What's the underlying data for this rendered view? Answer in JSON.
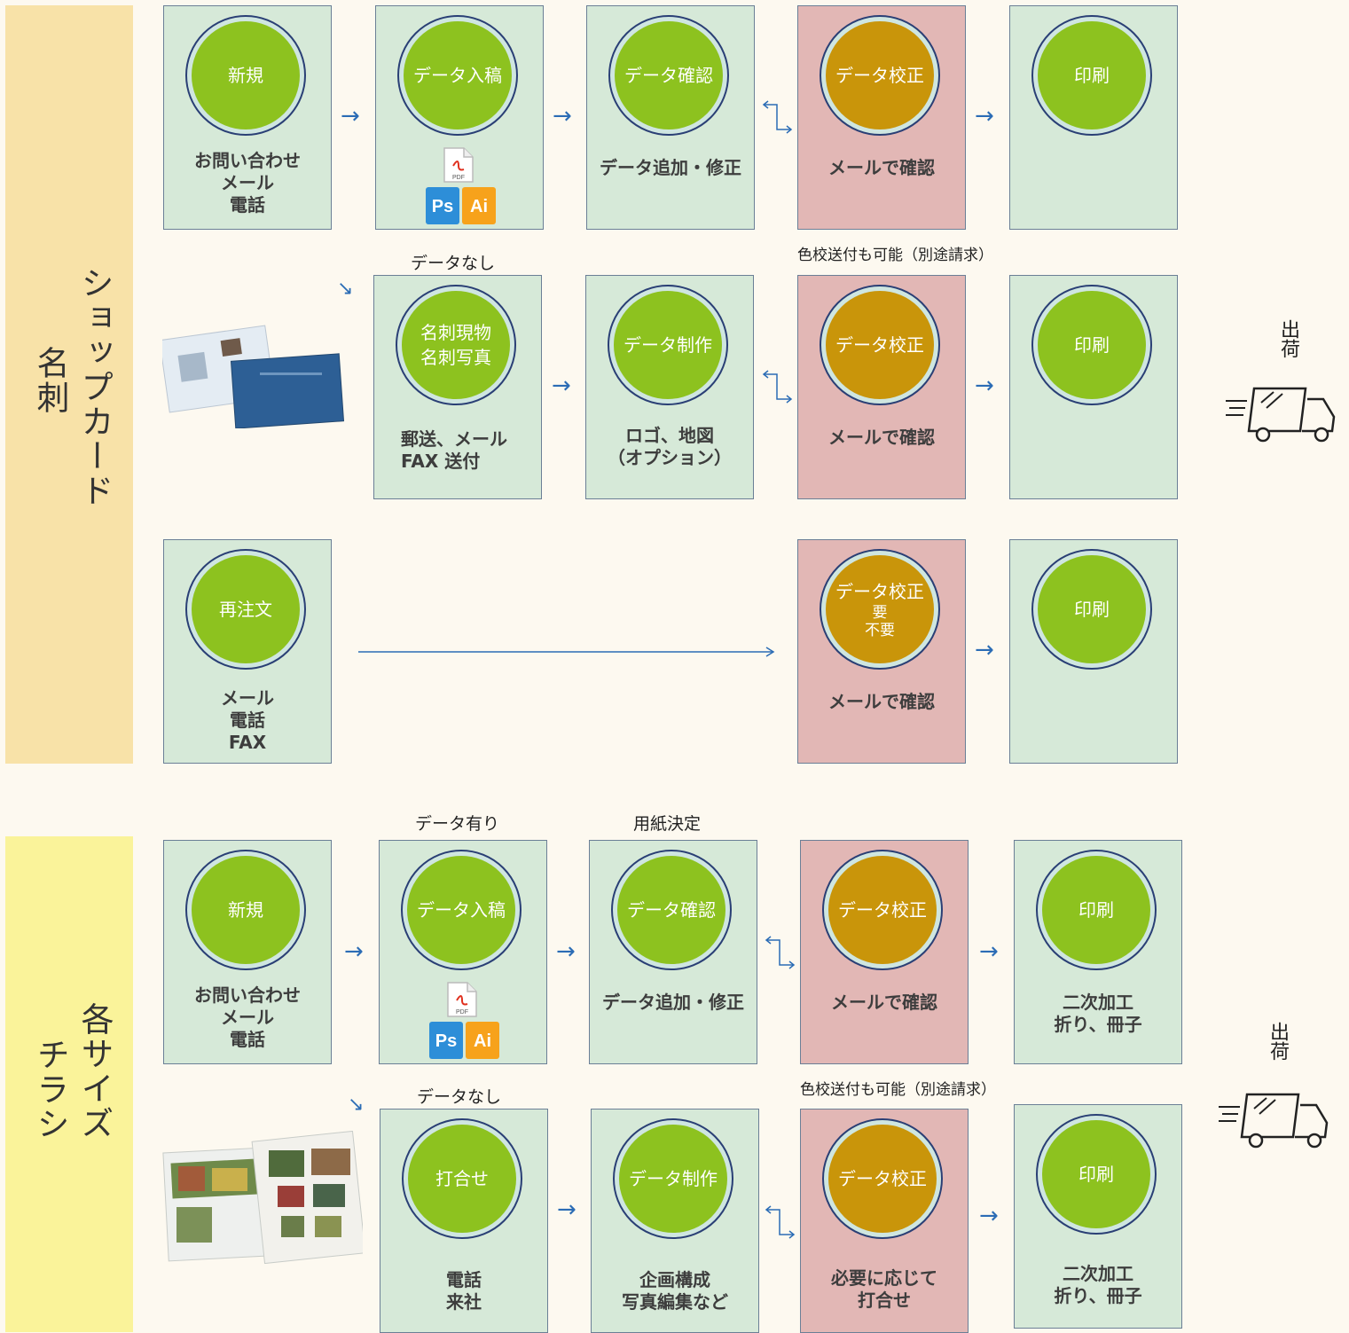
{
  "sections": [
    {
      "title": "ショップカード\n名刺",
      "title_col1": "ショップカード",
      "title_col2": "名刺",
      "ship_label": "出荷",
      "rows": [
        {
          "steps": [
            {
              "circle": "新規",
              "desc": "お問い合わせ\nメール\n電話"
            },
            {
              "circle": "データ入稿",
              "desc": ""
            },
            {
              "circle": "データ確認",
              "desc": "データ追加・修正"
            },
            {
              "circle": "データ校正",
              "desc": "メールで確認"
            },
            {
              "circle": "印刷",
              "desc": ""
            }
          ]
        },
        {
          "label_above_2": "データなし",
          "label_above_4": "色校送付も可能（別途請求）",
          "steps": [
            {
              "circle": "名刺現物\n名刺写真",
              "desc": "郵送、メール\nFAX 送付"
            },
            {
              "circle": "データ制作",
              "desc": "ロゴ、地図\n（オプション）"
            },
            {
              "circle": "データ校正",
              "desc": "メールで確認"
            },
            {
              "circle": "印刷",
              "desc": ""
            }
          ]
        },
        {
          "steps": [
            {
              "circle": "再注文",
              "desc": "メール\n電話\nFAX"
            },
            {
              "circle": "データ校正",
              "circle_sub": "要\n不要",
              "desc": "メールで確認"
            },
            {
              "circle": "印刷",
              "desc": ""
            }
          ]
        }
      ]
    },
    {
      "title_col1": "各サイズ",
      "title_col2": "チラシ",
      "ship_label": "出荷",
      "rows": [
        {
          "label_above_2": "データ有り",
          "label_above_3": "用紙決定",
          "steps": [
            {
              "circle": "新規",
              "desc": "お問い合わせ\nメール\n電話"
            },
            {
              "circle": "データ入稿",
              "desc": ""
            },
            {
              "circle": "データ確認",
              "desc": "データ追加・修正"
            },
            {
              "circle": "データ校正",
              "desc": "メールで確認"
            },
            {
              "circle": "印刷",
              "desc": "二次加工\n折り、冊子"
            }
          ]
        },
        {
          "label_above_2": "データなし",
          "label_above_4": "色校送付も可能（別途請求）",
          "steps": [
            {
              "circle": "打合せ",
              "desc": "電話\n来社"
            },
            {
              "circle": "データ制作",
              "desc": "企画構成\n写真編集など"
            },
            {
              "circle": "データ校正",
              "desc": "必要に応じて\n打合せ"
            },
            {
              "circle": "印刷",
              "desc": "二次加工\n折り、冊子"
            }
          ]
        }
      ]
    }
  ],
  "file_icons": {
    "pdf": "PDF",
    "ps": "Ps",
    "ai": "Ai"
  },
  "colors": {
    "green_circle": "#8dc21f",
    "gold_circle": "#c9950a",
    "green_box": "#d6e9d8",
    "pink_box": "#e2b7b5",
    "arrow": "#2b6cb5"
  }
}
